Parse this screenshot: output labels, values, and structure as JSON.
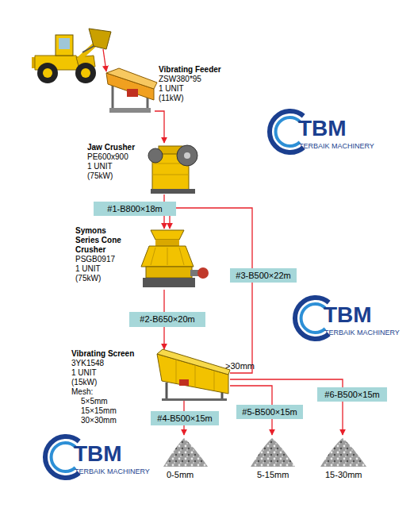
{
  "diagram": {
    "nodes": [
      {
        "text": [
          "Vibrating Feeder",
          "ZSW380*95 1 UNIT (11kW)"
        ]
      },
      {
        "text": [
          "Jaw Crusher",
          "PE600x900 1 UNIT (75kW)"
        ]
      },
      {
        "text": [
          "#1-B800×18m"
        ]
      },
      {
        "text": [
          "Symons Series Cone Crusher",
          "PSGB0917 1 UNIT (75kW)"
        ]
      },
      {
        "text": [
          "#3-B500×22m"
        ]
      },
      {
        "text": [
          "#2-B650×20m"
        ]
      },
      {
        "text": [
          "Vibrating Screen",
          "3YK1548 1 UNIT (15kW)",
          "Mesh: 5×5mm 15×15mm 30×30mm"
        ]
      },
      {
        "text": [
          "#4-B500×15m"
        ]
      },
      {
        "text": [
          "#5-B500×15m"
        ]
      },
      {
        "text": [
          "#6-B500×15m"
        ]
      },
      {
        "text": [
          "0-5mm"
        ]
      },
      {
        "text": [
          "5-15mm"
        ]
      },
      {
        "text": [
          "15-30mm"
        ]
      }
    ],
    "edges": [
      {
        "from": 0,
        "to": 1,
        "arrow": "to"
      },
      {
        "from": 1,
        "to": 2,
        "arrow": "none"
      },
      {
        "from": 2,
        "to": 3,
        "arrow": "to"
      },
      {
        "from": 6,
        "to": 4,
        "label": ">30mm",
        "arrow": "none"
      },
      {
        "from": 4,
        "to": 3,
        "arrow": "to"
      },
      {
        "from": 3,
        "to": 5,
        "arrow": "none"
      },
      {
        "from": 5,
        "to": 6,
        "arrow": "to"
      },
      {
        "from": 6,
        "to": 7,
        "arrow": "none"
      },
      {
        "from": 7,
        "to": 10,
        "arrow": "to"
      },
      {
        "from": 6,
        "to": 8,
        "arrow": "none"
      },
      {
        "from": 8,
        "to": 11,
        "arrow": "to"
      },
      {
        "from": 6,
        "to": 9,
        "arrow": "none"
      },
      {
        "from": 9,
        "to": 12,
        "arrow": "to"
      }
    ],
    "labels": [
      "TBM",
      "TERBAIK MACHINERY",
      "TBM",
      "TERBAIK MACHINERY",
      "TBM",
      "TERBAIK MACHINERY"
    ]
  }
}
